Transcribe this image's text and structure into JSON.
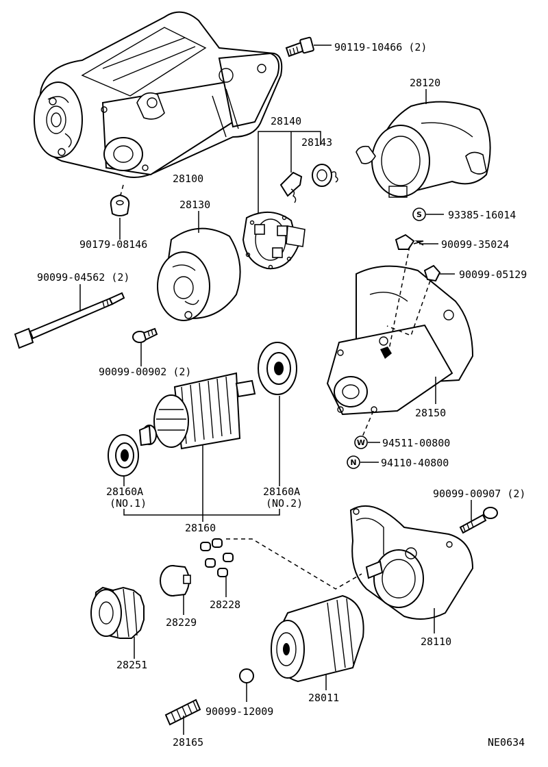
{
  "parts": {
    "p28100": "28100",
    "p28120": "28120",
    "p28140": "28140",
    "p28143": "28143",
    "p28130": "28130",
    "p28150": "28150",
    "p28160": "28160",
    "p28160a1": "28160A",
    "p28160a1_sub": "(NO.1)",
    "p28160a2": "28160A",
    "p28160a2_sub": "(NO.2)",
    "p28229": "28229",
    "p28228": "28228",
    "p28251": "28251",
    "p28011": "28011",
    "p28110": "28110",
    "p28165": "28165",
    "b90119": "90119-10466 (2)",
    "b90179": "90179-08146",
    "b90099_04562": "90099-04562 (2)",
    "b90099_00902": "90099-00902 (2)",
    "b93385": "93385-16014",
    "b90099_35024": "90099-35024",
    "b90099_05129": "90099-05129",
    "b94511": "94511-00800",
    "b94110": "94110-40800",
    "b90099_00907": "90099-00907 (2)",
    "b90099_12009": "90099-12009"
  },
  "symbols": {
    "s": "S",
    "w": "W",
    "n": "N"
  },
  "diagram_code": "NE0634"
}
